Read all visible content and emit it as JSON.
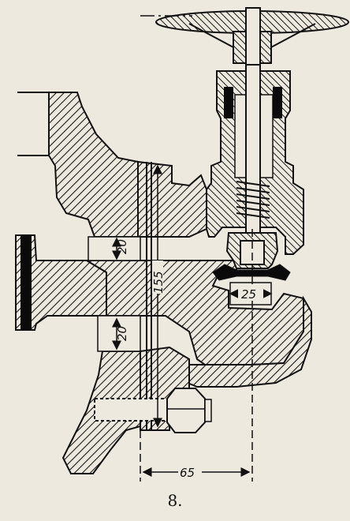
{
  "figure": {
    "caption": "8.",
    "dimensions": {
      "gap_upper": "20",
      "gap_lower": "20",
      "overall_height": "155",
      "valve_opening": "25",
      "offset": "65"
    }
  },
  "colors": {
    "paper": "#ede9de",
    "ink": "#111111",
    "hatch": "#1a1a1a",
    "packing": "#0a0a0a"
  },
  "icons": {
    "handwheel": "handwheel-icon",
    "nut": "hex-nut-icon"
  }
}
